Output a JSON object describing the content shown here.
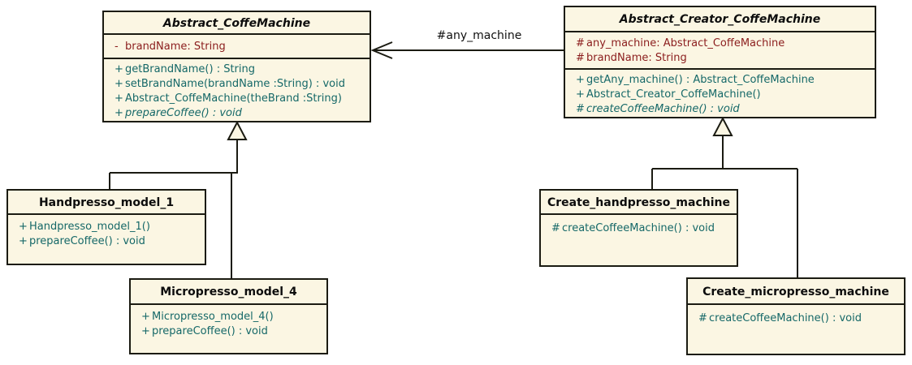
{
  "diagram": {
    "type": "uml-class-diagram",
    "colors": {
      "box_fill": "#fbf6e3",
      "box_border": "#1b1b12",
      "attribute_text": "#8b1d1d",
      "method_text": "#156868",
      "title_text": "#0d0d0d",
      "connector": "#1b1b12"
    },
    "classes": [
      {
        "name": "Abstract_CoffeMachine",
        "abstract": true,
        "attributes": [
          {
            "visibility": "-",
            "text": "brandName: String"
          }
        ],
        "methods": [
          {
            "visibility": "+",
            "text": "getBrandName() : String"
          },
          {
            "visibility": "+",
            "text": "setBrandName(brandName :String) : void"
          },
          {
            "visibility": "+",
            "text": "Abstract_CoffeMachine(theBrand :String)"
          },
          {
            "visibility": "+",
            "text": "prepareCoffee() : void",
            "italic": true
          }
        ]
      },
      {
        "name": "Abstract_Creator_CoffeMachine",
        "abstract": true,
        "attributes": [
          {
            "visibility": "#",
            "text": "any_machine: Abstract_CoffeMachine"
          },
          {
            "visibility": "#",
            "text": "brandName: String"
          }
        ],
        "methods": [
          {
            "visibility": "+",
            "text": "getAny_machine() : Abstract_CoffeMachine"
          },
          {
            "visibility": "+",
            "text": "Abstract_Creator_CoffeMachine()"
          },
          {
            "visibility": "#",
            "text": "createCoffeeMachine() : void",
            "italic": true
          }
        ]
      },
      {
        "name": "Handpresso_model_1",
        "abstract": false,
        "attributes": [],
        "methods": [
          {
            "visibility": "+",
            "text": "Handpresso_model_1()"
          },
          {
            "visibility": "+",
            "text": "prepareCoffee() : void"
          }
        ]
      },
      {
        "name": "Micropresso_model_4",
        "abstract": false,
        "attributes": [],
        "methods": [
          {
            "visibility": "+",
            "text": "Micropresso_model_4()"
          },
          {
            "visibility": "+",
            "text": "prepareCoffee() : void"
          }
        ]
      },
      {
        "name": "Create_handpresso_machine",
        "abstract": false,
        "attributes": [],
        "methods": [
          {
            "visibility": "#",
            "text": "createCoffeeMachine() : void"
          }
        ]
      },
      {
        "name": "Create_micropresso_machine",
        "abstract": false,
        "attributes": [],
        "methods": [
          {
            "visibility": "#",
            "text": "createCoffeeMachine() : void"
          }
        ]
      }
    ],
    "relationships": [
      {
        "type": "association",
        "from": "Abstract_Creator_CoffeMachine",
        "to": "Abstract_CoffeMachine",
        "label": "#any_machine"
      },
      {
        "type": "generalization",
        "from": "Handpresso_model_1",
        "to": "Abstract_CoffeMachine"
      },
      {
        "type": "generalization",
        "from": "Micropresso_model_4",
        "to": "Abstract_CoffeMachine"
      },
      {
        "type": "generalization",
        "from": "Create_handpresso_machine",
        "to": "Abstract_Creator_CoffeMachine"
      },
      {
        "type": "generalization",
        "from": "Create_micropresso_machine",
        "to": "Abstract_Creator_CoffeMachine"
      }
    ]
  }
}
